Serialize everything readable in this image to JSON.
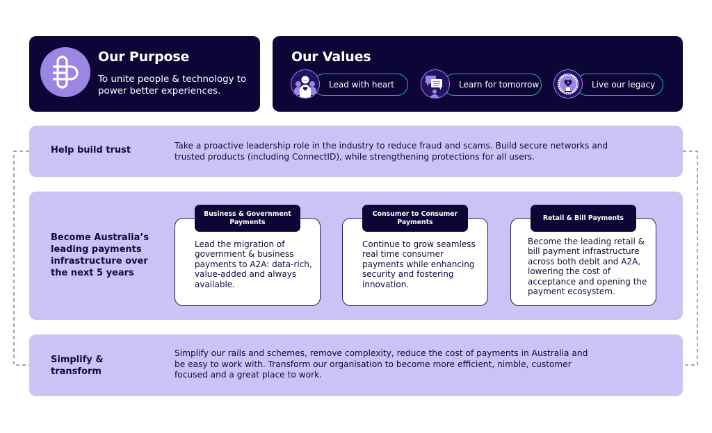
{
  "purpose": {
    "title": "Our Purpose",
    "text": "To unite people & technology to power better experiences.",
    "logo_icon": "brand-logo-icon"
  },
  "values": {
    "title": "Our Values",
    "items": [
      {
        "label": "Lead with heart",
        "icon": "people-heart-icon"
      },
      {
        "label": "Learn for tomorrow",
        "icon": "chat-bubbles-person-icon"
      },
      {
        "label": "Live our legacy",
        "icon": "heart-medal-icon"
      }
    ]
  },
  "bands": [
    {
      "label": "Help build trust",
      "text": "Take a proactive leadership role in the industry to reduce fraud and scams. Build secure networks and trusted products (including ConnectID), while strengthening protections for all users."
    },
    {
      "label": "Become Australia’s leading payments infrastructure over the next 5 years",
      "cards": [
        {
          "title": "Business & Government Payments",
          "text": "Lead the migration of government & business payments to A2A: data-rich, value-added and always available."
        },
        {
          "title": "Consumer to Consumer Payments",
          "text": "Continue to grow seamless real time consumer payments while enhancing security and fostering innovation."
        },
        {
          "title": "Retail & Bill Payments",
          "text": "Become the leading retail & bill payment infrastructure across both debit and A2A, lowering the cost of acceptance and opening the payment ecosystem."
        }
      ]
    },
    {
      "label": "Simplify & transform",
      "text": "Simplify our rails and schemes, remove complexity, reduce the cost of payments in Australia and be easy to work with. Transform our organisation to become more efficient, nimble, customer focused and a great place to work."
    }
  ],
  "colors": {
    "navy": "#0e0537",
    "lavender": "#cbc3f4",
    "purple": "#9b86e3",
    "teal": "#1fb3a5"
  }
}
